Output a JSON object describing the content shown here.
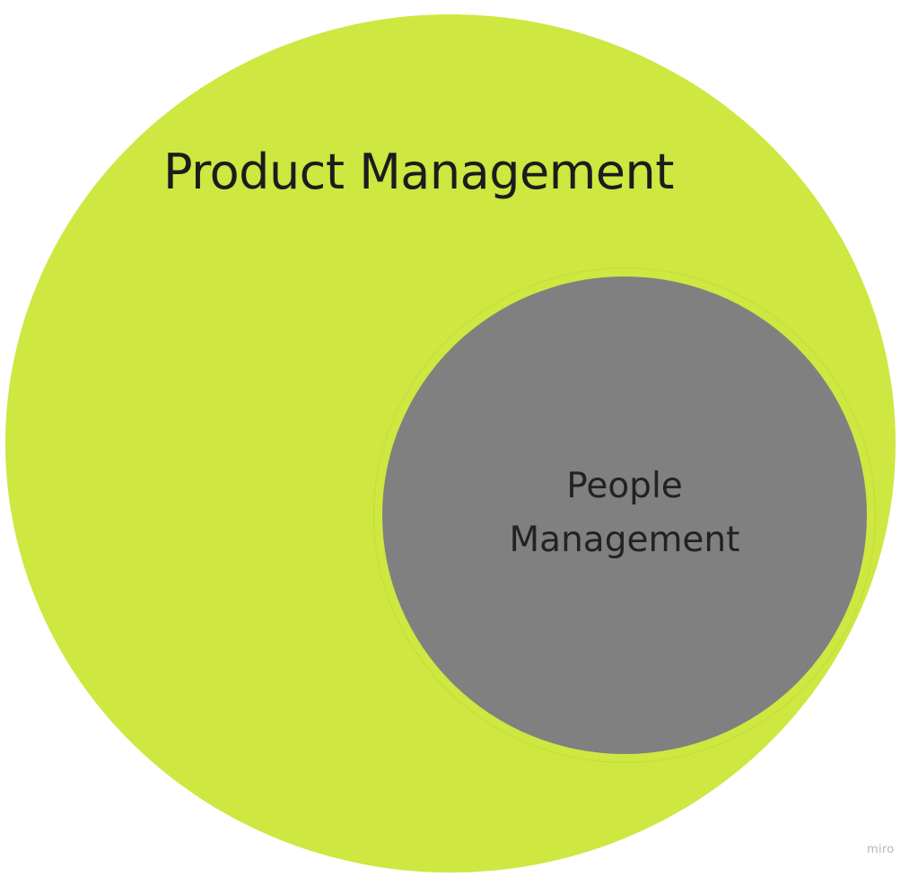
{
  "diagram": {
    "outer": {
      "label": "Product Management",
      "fill": "#cee741",
      "text_color": "#1c1c1c"
    },
    "inner": {
      "label": "People\nManagement",
      "fill": "#808080",
      "text_color": "#222222"
    },
    "watermark": "miro"
  }
}
